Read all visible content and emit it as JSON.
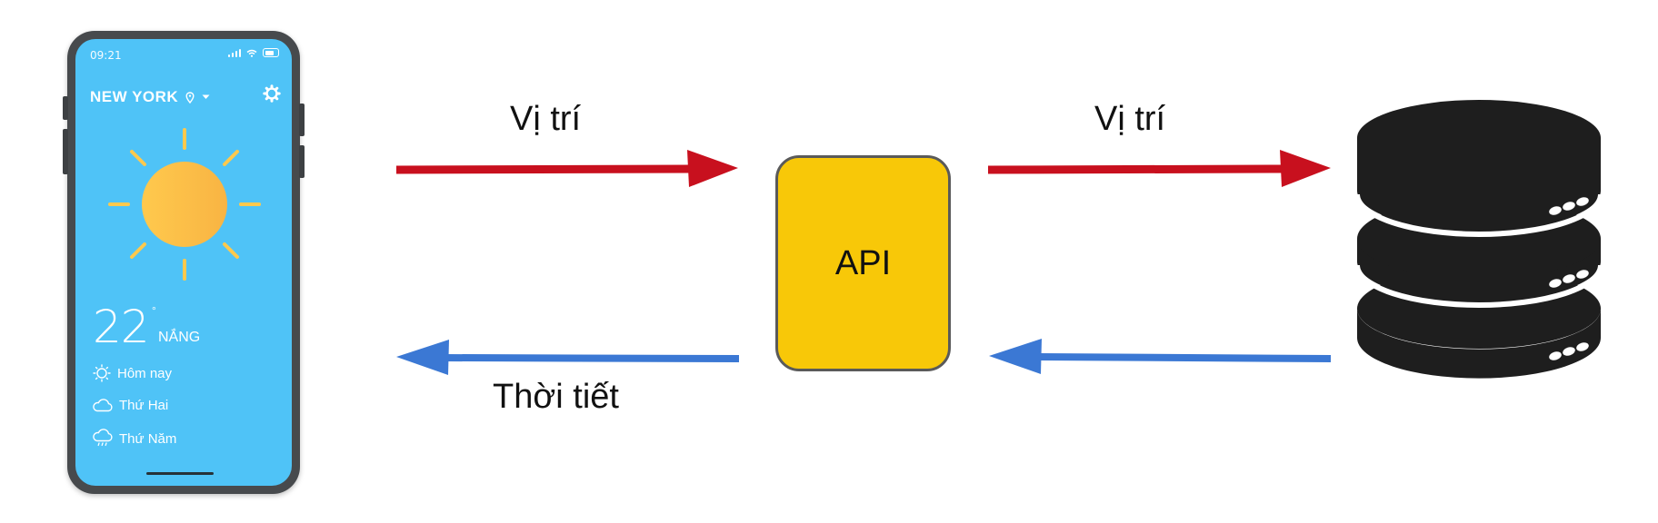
{
  "phone": {
    "status_time": "09:21",
    "city": "NEW YORK",
    "temperature": "22",
    "degree_symbol": "°",
    "condition": "NẮNG",
    "days": [
      {
        "label": "Hôm nay",
        "icon": "sun-outline-icon"
      },
      {
        "label": "Thứ Hai",
        "icon": "cloud-icon"
      },
      {
        "label": "Thứ Năm",
        "icon": "rain-cloud-icon"
      }
    ]
  },
  "diagram": {
    "api_label": "API",
    "arrow_labels": {
      "phone_to_api": "Vị trí",
      "api_to_database": "Vị trí",
      "api_to_phone": "Thời tiết"
    },
    "colors": {
      "request_arrow": "#c8101e",
      "response_arrow": "#3b78d4",
      "api_box": "#f8c808",
      "database": "#1e1e1e",
      "phone_screen": "#4fc3f7"
    },
    "database_icon": "database-server-icon"
  }
}
